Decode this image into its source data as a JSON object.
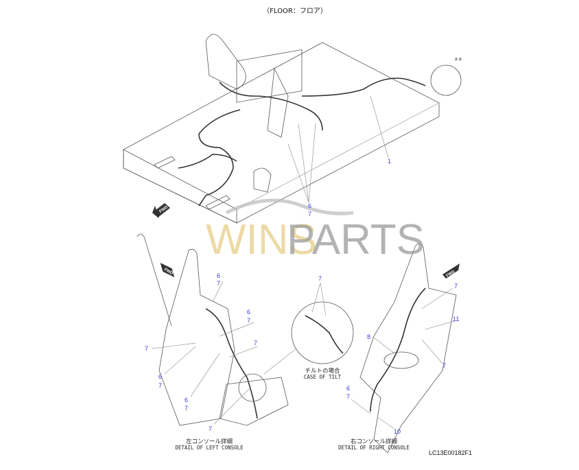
{
  "title": "（FLOOR：フロア）",
  "drawing_code": "LC13E00182F1",
  "watermark": {
    "part1": "WINS",
    "part2": "PARTS"
  },
  "fwd_label": "FWD",
  "detail_marker": "a a",
  "captions": {
    "left_jp": "左コンソール詳細",
    "left_en": "DETAIL OF LEFT CONSOLE",
    "right_jp": "右コンソール詳細",
    "right_en": "DETAIL OF RIGHT CONSOLE",
    "tilt_jp": "チルトの場合",
    "tilt_en": "CASE OF TILT"
  },
  "callouts": {
    "c1": "1",
    "c6": "6",
    "c7": "7",
    "c8": "8",
    "c10": "10",
    "c11": "11"
  },
  "colors": {
    "callout": "#3a3ad8",
    "watermark_gold": "#e8d291",
    "watermark_gray": "#9a9a9a"
  }
}
